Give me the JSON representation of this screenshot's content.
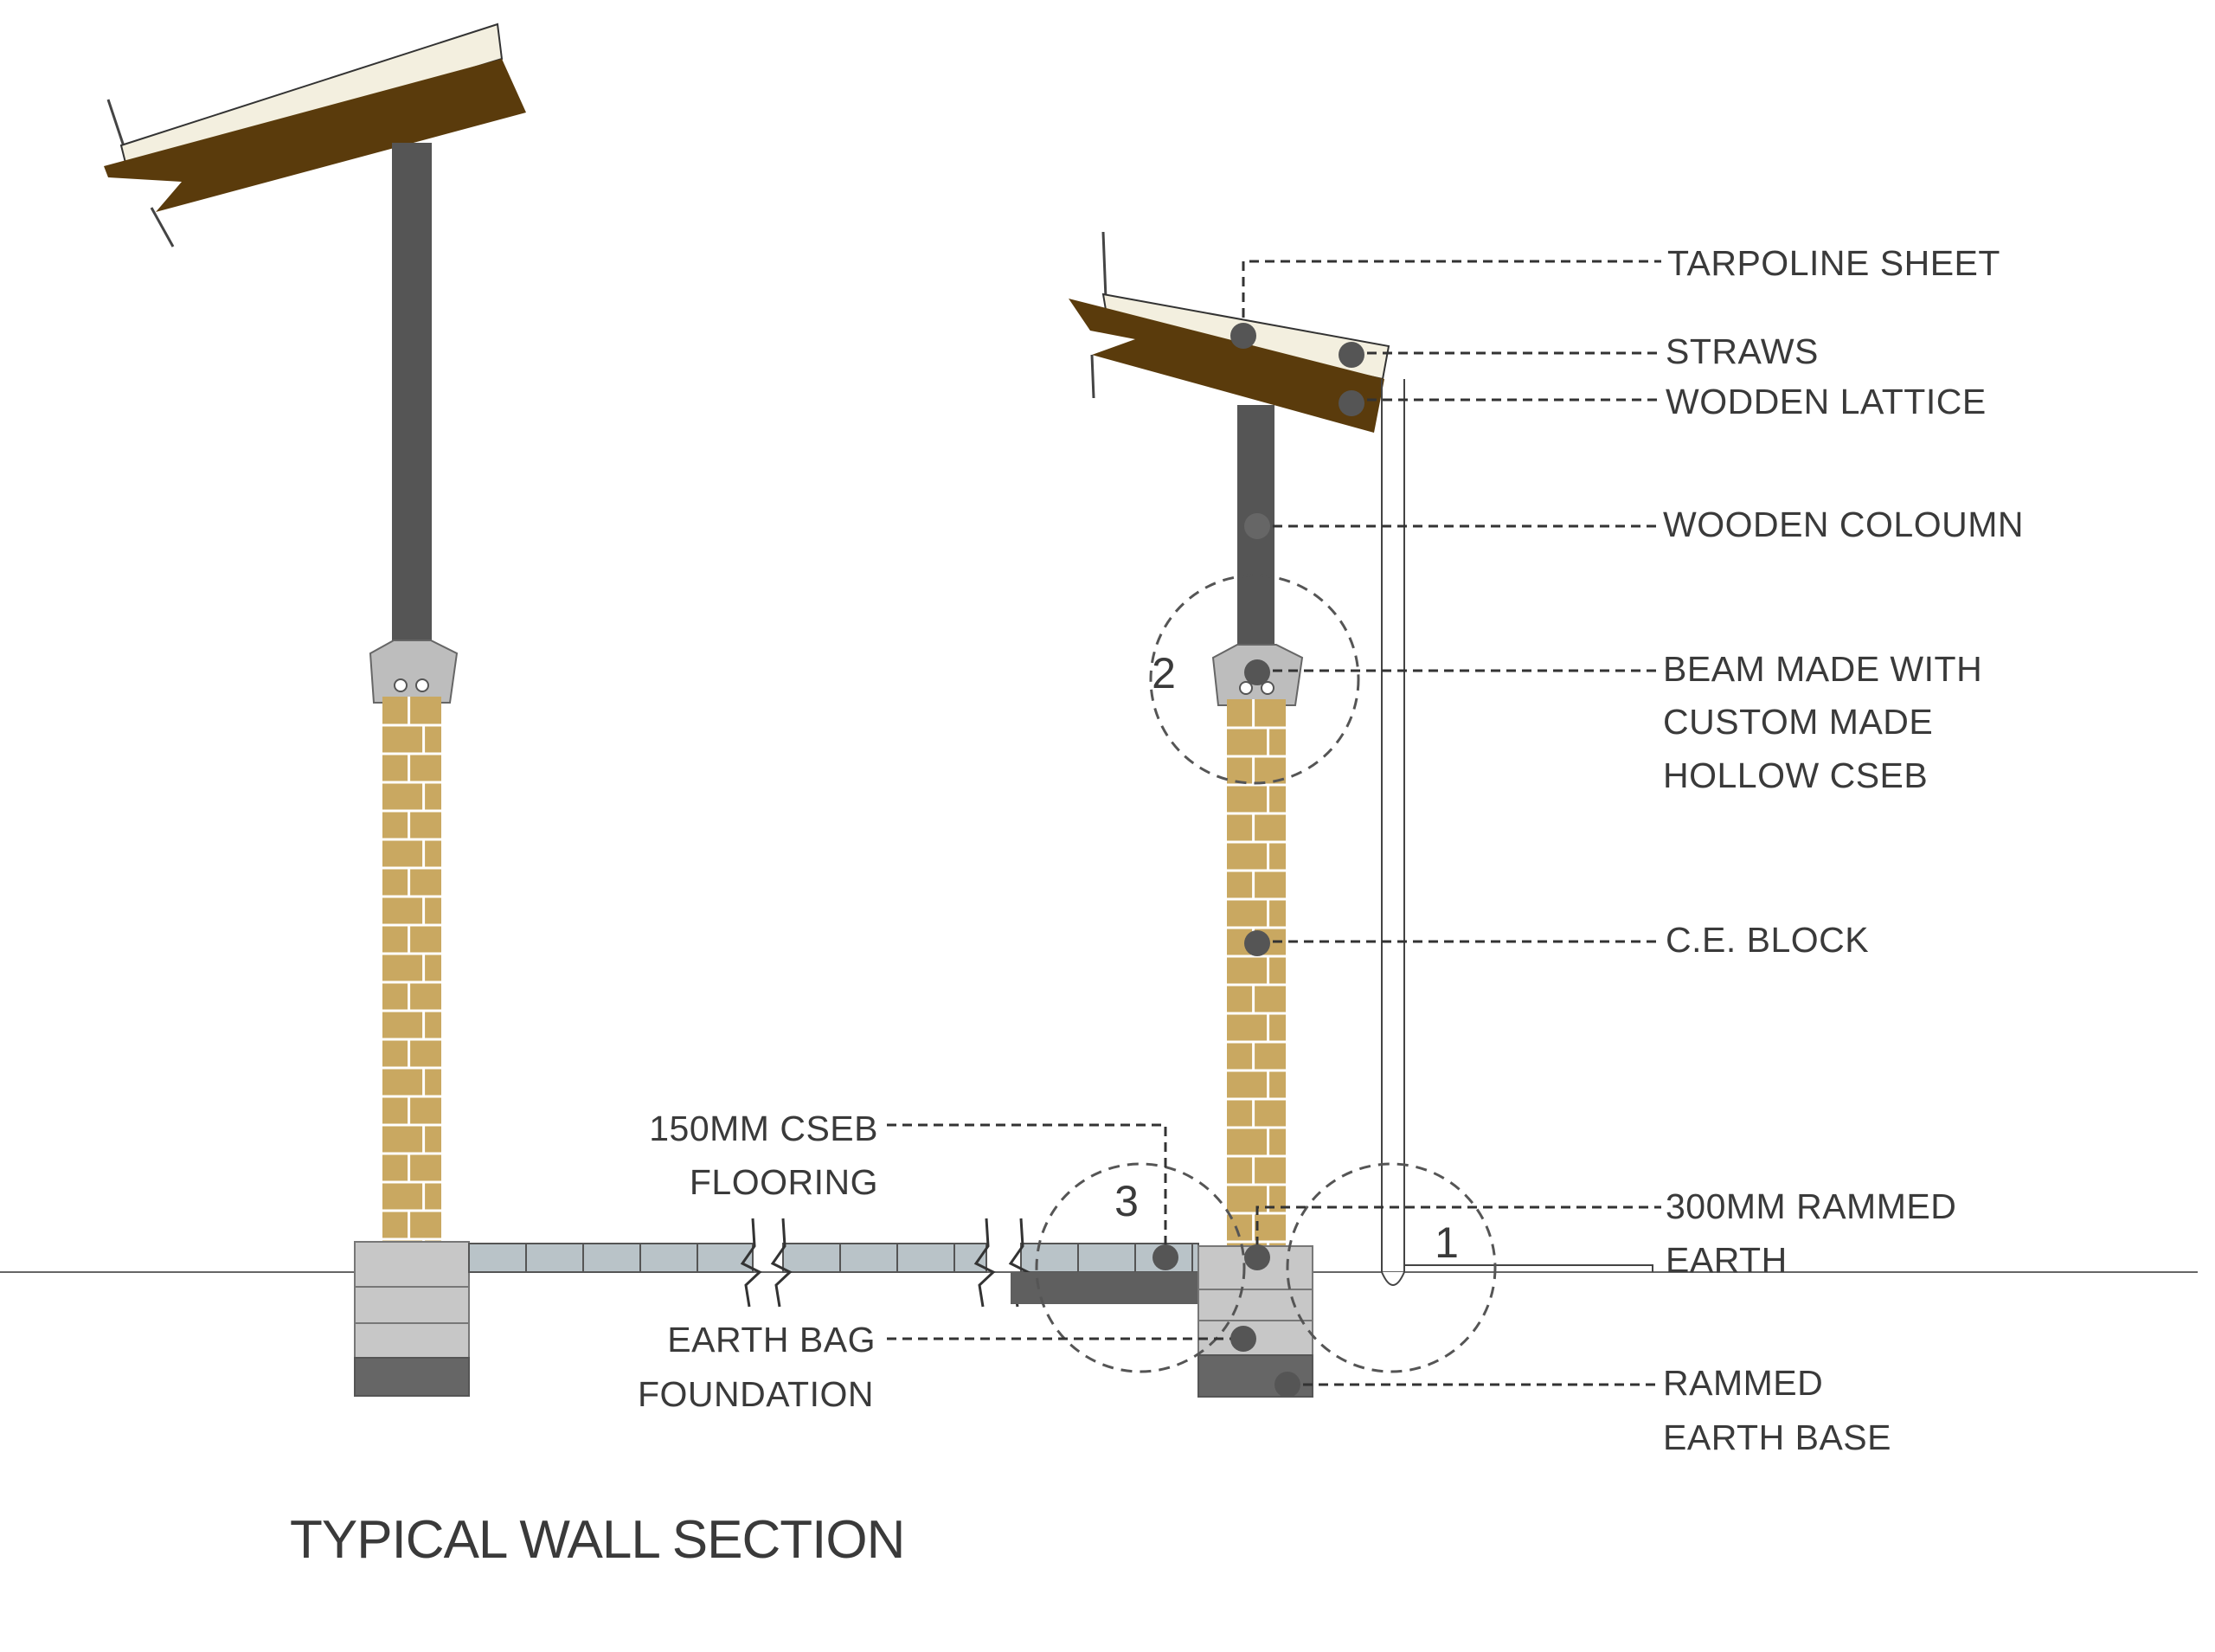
{
  "title": "TYPICAL WALL SECTION",
  "labels": {
    "tarpoline": "TARPOLINE SHEET",
    "straws": "STRAWS",
    "lattice": "WODDEN LATTICE",
    "column": "WOODEN COLOUMN",
    "beam_1": "BEAM MADE WITH",
    "beam_2": "CUSTOM MADE",
    "beam_3": "HOLLOW CSEB",
    "ceblock": "C.E. BLOCK",
    "rammed_1": "300MM RAMMED",
    "rammed_2": "EARTH",
    "base_1": "RAMMED",
    "base_2": "EARTH BASE",
    "flooring_1": "150MM CSEB",
    "flooring_2": "FLOORING",
    "foundation_1": "EARTH BAG",
    "foundation_2": "FOUNDATION"
  },
  "details": {
    "d1": "1",
    "d2": "2",
    "d3": "3"
  },
  "colors": {
    "wood": "#5a3b0c",
    "tarpoline": "#f3efdf",
    "column": "#555555",
    "brick": "#c9a861",
    "concrete": "#c7c7c7",
    "base": "#666666",
    "tile": "#b9c3c8"
  }
}
